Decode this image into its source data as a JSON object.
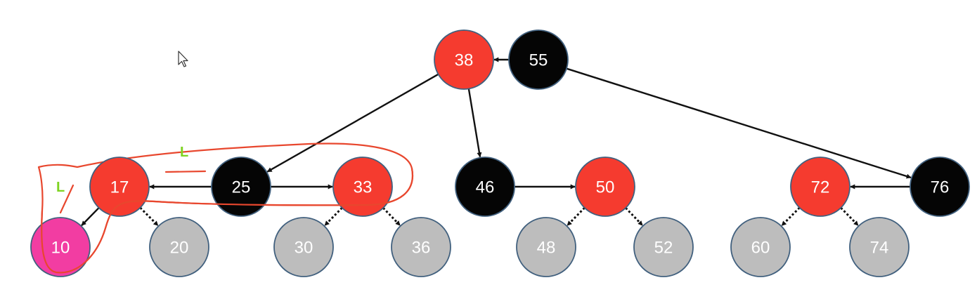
{
  "colors": {
    "red": "#f53b2f",
    "black": "#050505",
    "gray": "#bdbdbd",
    "pink": "#f23da2",
    "outline": "#41607e",
    "edge": "#111111",
    "annotation_red": "#e8472e",
    "annotation_green": "#7ed321",
    "label_light": "#ffffff"
  },
  "nodes": [
    {
      "id": "n38",
      "label": "38",
      "color": "red"
    },
    {
      "id": "n55",
      "label": "55",
      "color": "black"
    },
    {
      "id": "n17",
      "label": "17",
      "color": "red"
    },
    {
      "id": "n25",
      "label": "25",
      "color": "black"
    },
    {
      "id": "n33",
      "label": "33",
      "color": "red"
    },
    {
      "id": "n46",
      "label": "46",
      "color": "black"
    },
    {
      "id": "n50",
      "label": "50",
      "color": "red"
    },
    {
      "id": "n72",
      "label": "72",
      "color": "red"
    },
    {
      "id": "n76",
      "label": "76",
      "color": "black"
    },
    {
      "id": "n10",
      "label": "10",
      "color": "pink"
    },
    {
      "id": "n20",
      "label": "20",
      "color": "gray"
    },
    {
      "id": "n30",
      "label": "30",
      "color": "gray"
    },
    {
      "id": "n36",
      "label": "36",
      "color": "gray"
    },
    {
      "id": "n48",
      "label": "48",
      "color": "gray"
    },
    {
      "id": "n52",
      "label": "52",
      "color": "gray"
    },
    {
      "id": "n60",
      "label": "60",
      "color": "gray"
    },
    {
      "id": "n74",
      "label": "74",
      "color": "gray"
    }
  ],
  "edges": [
    {
      "from": "n55",
      "to": "n38",
      "style": "solid"
    },
    {
      "from": "n55",
      "to": "n76",
      "style": "solid"
    },
    {
      "from": "n38",
      "to": "n25",
      "style": "solid"
    },
    {
      "from": "n38",
      "to": "n46",
      "style": "solid"
    },
    {
      "from": "n25",
      "to": "n17",
      "style": "solid"
    },
    {
      "from": "n25",
      "to": "n33",
      "style": "solid"
    },
    {
      "from": "n46",
      "to": "n50",
      "style": "solid"
    },
    {
      "from": "n76",
      "to": "n72",
      "style": "solid"
    },
    {
      "from": "n17",
      "to": "n10",
      "style": "solid"
    },
    {
      "from": "n17",
      "to": "n20",
      "style": "dotted"
    },
    {
      "from": "n33",
      "to": "n30",
      "style": "dotted"
    },
    {
      "from": "n33",
      "to": "n36",
      "style": "dotted"
    },
    {
      "from": "n50",
      "to": "n48",
      "style": "dotted"
    },
    {
      "from": "n50",
      "to": "n52",
      "style": "dotted"
    },
    {
      "from": "n72",
      "to": "n60",
      "style": "dotted"
    },
    {
      "from": "n72",
      "to": "n74",
      "style": "dotted"
    }
  ],
  "annotations": {
    "label_top": "L",
    "label_left": "L"
  },
  "cursor": {
    "icon": "mouse-pointer-icon"
  }
}
